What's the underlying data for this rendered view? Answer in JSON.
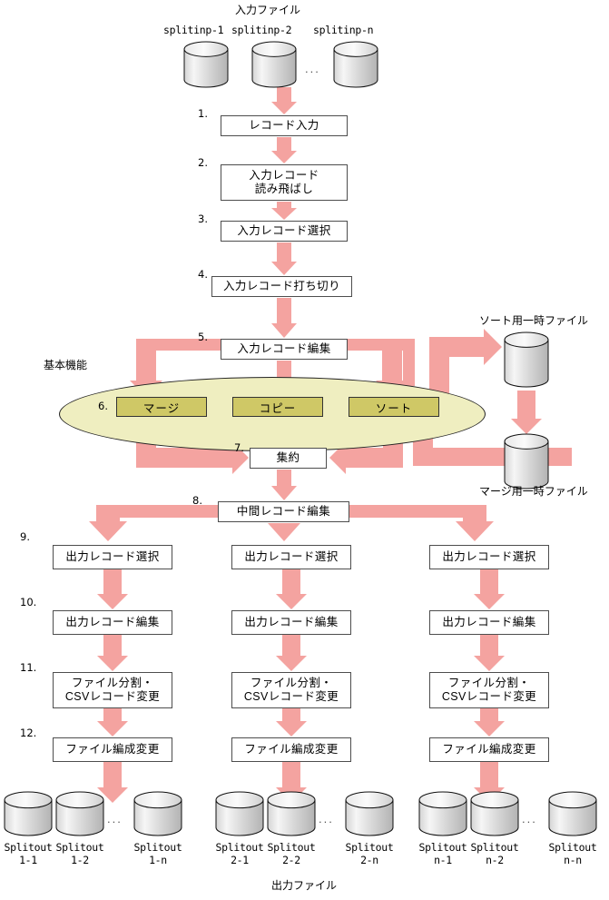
{
  "diagram": {
    "title_hidden": "",
    "colors": {
      "arrow": "#f4a3a0",
      "box_border": "#4d4d4d",
      "ellipse_fill": "#efeec0",
      "green_box": "#cfc866",
      "cylinder_light": "#f2f2f2",
      "cylinder_dark": "#bdbdbd"
    },
    "input": {
      "group_label": "入力ファイル",
      "files": [
        "splitinp-1",
        "splitinp-2",
        "splitinp-n"
      ],
      "ellipsis": "..."
    },
    "steps": [
      {
        "no": "1.",
        "label": "レコード入力"
      },
      {
        "no": "2.",
        "label_line1": "入力レコード",
        "label_line2": "読み飛ばし"
      },
      {
        "no": "3.",
        "label": "入力レコード選択"
      },
      {
        "no": "4.",
        "label": "入力レコード打ち切り"
      },
      {
        "no": "5.",
        "label": "入力レコード編集"
      },
      {
        "no": "6.",
        "label": "基本機能"
      },
      {
        "no": "7.",
        "label": "集約"
      },
      {
        "no": "8.",
        "label": "中間レコード編集"
      },
      {
        "no": "9.",
        "label": "出力レコード選択"
      },
      {
        "no": "10.",
        "label": "出力レコード編集"
      },
      {
        "no": "11.",
        "label_line1": "ファイル分割・",
        "label_line2": "CSVレコード変更"
      },
      {
        "no": "12.",
        "label": "ファイル編成変更"
      }
    ],
    "basic_functions": {
      "group_label": "基本機能",
      "step_no": "6.",
      "items": [
        "マージ",
        "コピー",
        "ソート"
      ]
    },
    "temp_files": {
      "sort_label": "ソート用一時ファイル",
      "merge_label": "マージ用一時ファイル"
    },
    "branches": [
      {
        "step9": "出力レコード選択",
        "step10": "出力レコード編集",
        "step11_line1": "ファイル分割・",
        "step11_line2": "CSVレコード変更",
        "step12": "ファイル編成変更",
        "outputs": [
          {
            "l1": "Splitout",
            "l2": "1-1"
          },
          {
            "l1": "Splitout",
            "l2": "1-2"
          },
          {
            "l1": "Splitout",
            "l2": "1-n"
          }
        ],
        "ellipsis": "..."
      },
      {
        "step9": "出力レコード選択",
        "step10": "出力レコード編集",
        "step11_line1": "ファイル分割・",
        "step11_line2": "CSVレコード変更",
        "step12": "ファイル編成変更",
        "outputs": [
          {
            "l1": "Splitout",
            "l2": "2-1"
          },
          {
            "l1": "Splitout",
            "l2": "2-2"
          },
          {
            "l1": "Splitout",
            "l2": "2-n"
          }
        ],
        "ellipsis": "..."
      },
      {
        "step9": "出力レコード選択",
        "step10": "出力レコード編集",
        "step11_line1": "ファイル分割・",
        "step11_line2": "CSVレコード変更",
        "step12": "ファイル編成変更",
        "outputs": [
          {
            "l1": "Splitout",
            "l2": "n-1"
          },
          {
            "l1": "Splitout",
            "l2": "n-2"
          },
          {
            "l1": "Splitout",
            "l2": "n-n"
          }
        ],
        "ellipsis": "..."
      }
    ],
    "output": {
      "group_label": "出力ファイル"
    }
  }
}
